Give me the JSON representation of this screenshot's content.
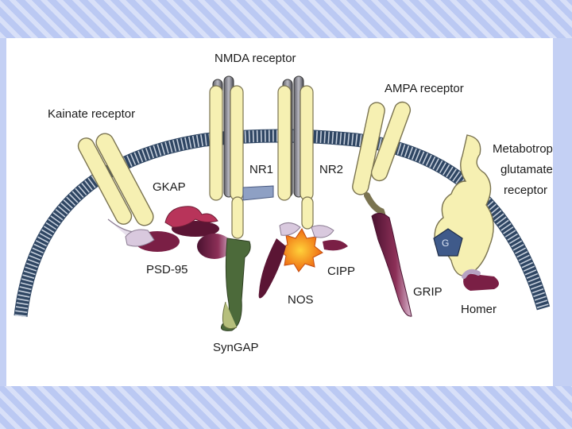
{
  "labels": {
    "nmda": "NMDA receptor",
    "ampa": "AMPA receptor",
    "kainate": "Kainate receptor",
    "mglur_1": "Metabotropic",
    "mglur_2": "glutamate",
    "mglur_3": "receptor",
    "nr1": "NR1",
    "nr2": "NR2",
    "gkap": "GKAP",
    "psd95": "PSD-95",
    "cipp": "CIPP",
    "nos": "NOS",
    "grip": "GRIP",
    "homer": "Homer",
    "syngap": "SynGAP",
    "g": "G"
  },
  "colors": {
    "membrane": "#2f4663",
    "receptor_yellow": "#f6f0b2",
    "receptor_outline": "#7a7350",
    "psd95": "#7a1f45",
    "gkap": "#b8345a",
    "syngap": "#4c6a3a",
    "nos": "#f28a1d",
    "g_protein": "#3f5a8a"
  }
}
